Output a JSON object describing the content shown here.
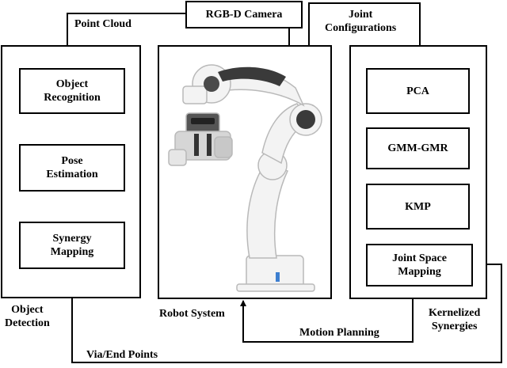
{
  "nodes": {
    "camera": "RGB-D Camera",
    "object_recognition": "Object\nRecognition",
    "pose_estimation": "Pose\nEstimation",
    "synergy_mapping": "Synergy\nMapping",
    "pca": "PCA",
    "gmm_gmr": "GMM-GMR",
    "kmp": "KMP",
    "joint_space_mapping": "Joint Space\nMapping"
  },
  "labels": {
    "point_cloud": "Point Cloud",
    "joint_configurations": "Joint\nConfigurations",
    "object_detection": "Object\nDetection",
    "robot_system": "Robot System",
    "kernelized_synergies": "Kernelized\nSynergies",
    "motion_planning": "Motion Planning",
    "via_end_points": "Via/End Points"
  },
  "robot_image": "robot-arm-illustration"
}
